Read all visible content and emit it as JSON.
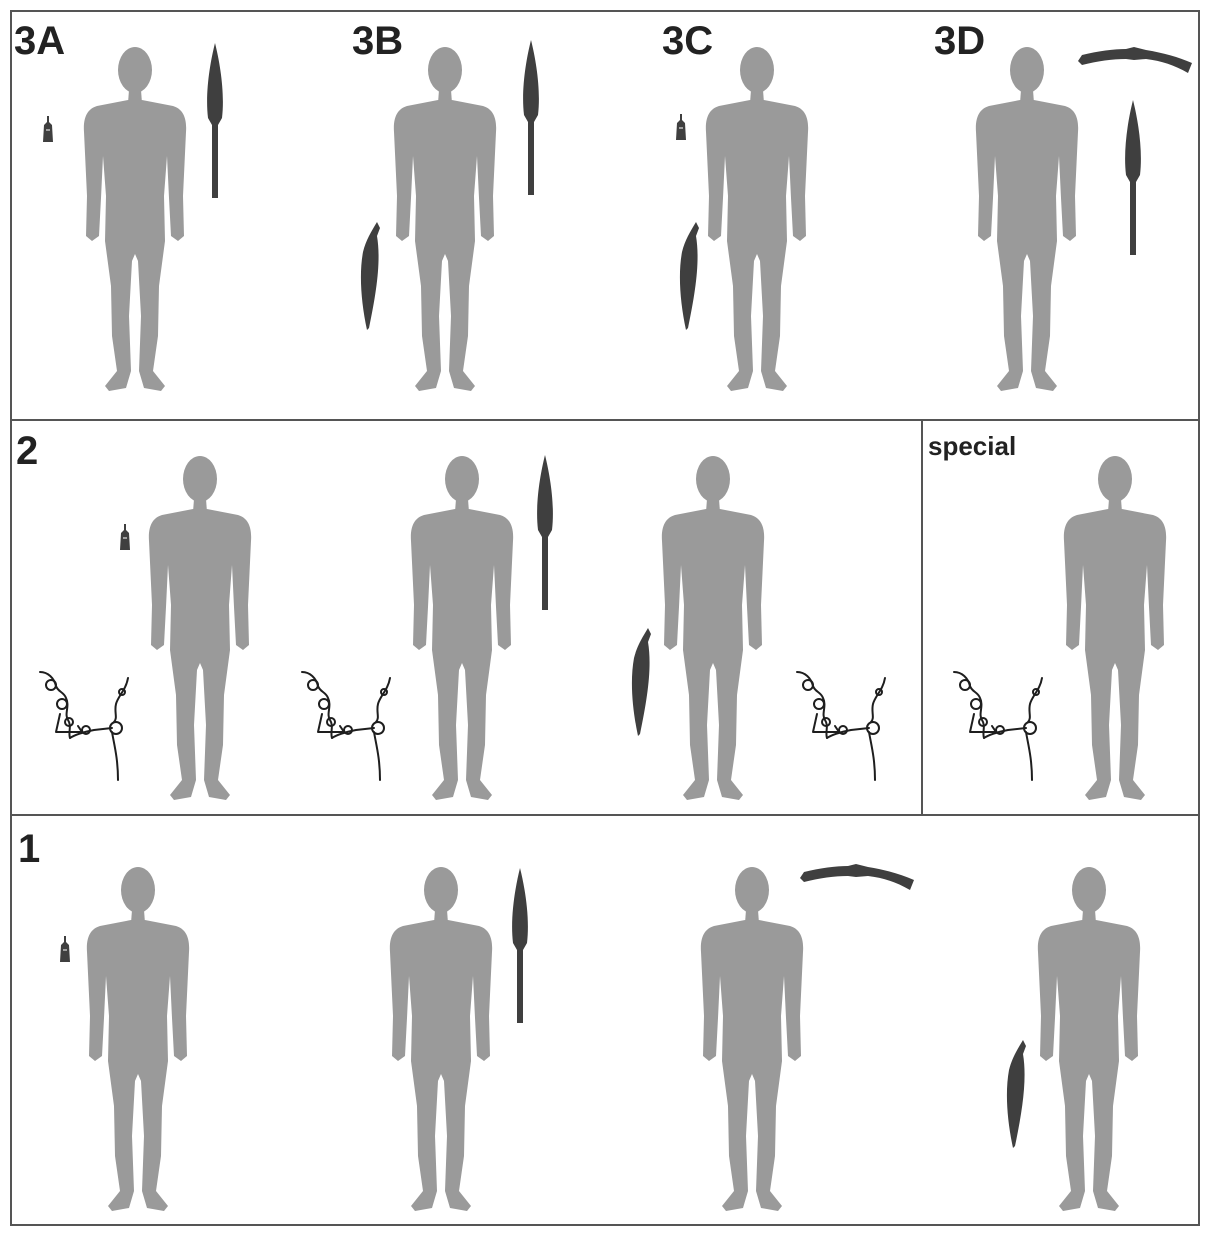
{
  "colors": {
    "figure": "#9a9a9a",
    "weapon": "#3f3f3f",
    "frame": "#555555",
    "label": "#222222"
  },
  "icons": {
    "figure": "human-figure-icon",
    "spear": "spear-icon",
    "sword": "curved-sword-icon",
    "axe": "axe-icon",
    "knife": "small-knife-icon",
    "bridle": "bridle-icon"
  },
  "panels": [
    {
      "label": "3A",
      "items": [
        {
          "icon": "small-knife-icon"
        },
        {
          "icon": "human-figure-icon"
        },
        {
          "icon": "spear-icon"
        }
      ]
    },
    {
      "label": "3B",
      "items": [
        {
          "icon": "curved-sword-icon"
        },
        {
          "icon": "human-figure-icon"
        },
        {
          "icon": "spear-icon"
        }
      ]
    },
    {
      "label": "3C",
      "items": [
        {
          "icon": "small-knife-icon"
        },
        {
          "icon": "curved-sword-icon"
        },
        {
          "icon": "human-figure-icon"
        }
      ]
    },
    {
      "label": "3D",
      "items": [
        {
          "icon": "human-figure-icon"
        },
        {
          "icon": "axe-icon"
        },
        {
          "icon": "spear-icon"
        }
      ]
    },
    {
      "label": "2",
      "items": [
        {
          "icon": "small-knife-icon"
        },
        {
          "icon": "bridle-icon"
        },
        {
          "icon": "human-figure-icon"
        },
        {
          "icon": "bridle-icon"
        },
        {
          "icon": "human-figure-icon"
        },
        {
          "icon": "spear-icon"
        },
        {
          "icon": "curved-sword-icon"
        },
        {
          "icon": "human-figure-icon"
        },
        {
          "icon": "bridle-icon"
        }
      ]
    },
    {
      "label": "special",
      "items": [
        {
          "icon": "bridle-icon"
        },
        {
          "icon": "human-figure-icon"
        }
      ]
    },
    {
      "label": "1",
      "items": [
        {
          "icon": "small-knife-icon"
        },
        {
          "icon": "human-figure-icon"
        },
        {
          "icon": "human-figure-icon"
        },
        {
          "icon": "spear-icon"
        },
        {
          "icon": "human-figure-icon"
        },
        {
          "icon": "axe-icon"
        },
        {
          "icon": "curved-sword-icon"
        },
        {
          "icon": "human-figure-icon"
        }
      ]
    }
  ]
}
